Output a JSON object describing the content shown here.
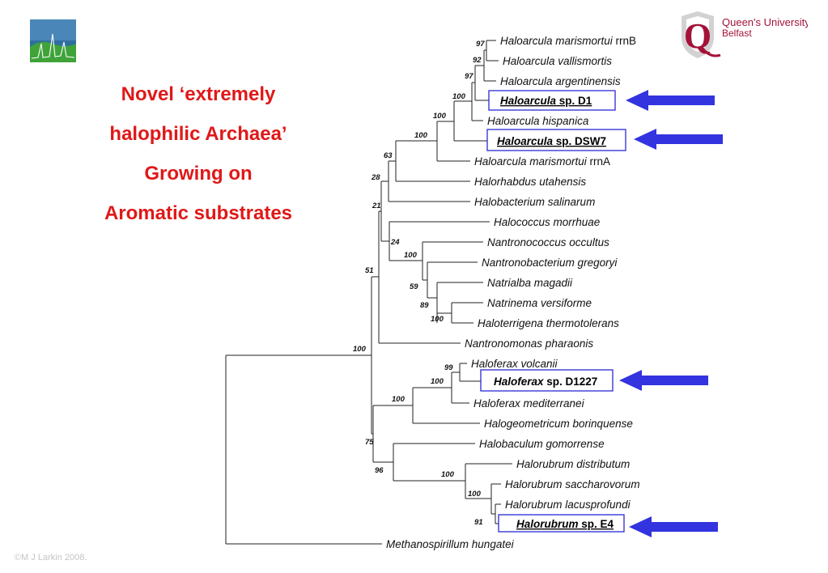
{
  "title_lines": [
    "Novel ‘extremely",
    "halophilic Archaea’",
    "Growing on",
    "Aromatic  substrates"
  ],
  "institution": {
    "name_line1": "Queen's University",
    "name_line2": "Belfast"
  },
  "copyright": "©M J Larkin 2008.",
  "colors": {
    "title": "#e01818",
    "box": "#2a2ad4",
    "arrow": "#3333e0"
  },
  "taxa": [
    {
      "genus": "Haloarcula marismortui",
      "suffix": " rrnB"
    },
    {
      "genus": "Haloarcula vallismortis",
      "suffix": ""
    },
    {
      "genus": "Haloarcula argentinensis",
      "suffix": ""
    },
    {
      "genus": "Haloarcula",
      "suffix": " sp. D1"
    },
    {
      "genus": "Haloarcula hispanica",
      "suffix": ""
    },
    {
      "genus": "Haloarcula",
      "suffix": " sp. DSW7"
    },
    {
      "genus": "Haloarcula marismortui",
      "suffix": " rrnA"
    },
    {
      "genus": "Halorhabdus utahensis",
      "suffix": ""
    },
    {
      "genus": "Halobacterium salinarum",
      "suffix": ""
    },
    {
      "genus": "Halococcus morrhuae",
      "suffix": ""
    },
    {
      "genus": "Nantronococcus occultus",
      "suffix": ""
    },
    {
      "genus": "Nantronobacterium gregoryi",
      "suffix": ""
    },
    {
      "genus": "Natrialba magadii",
      "suffix": ""
    },
    {
      "genus": "Natrinema versiforme",
      "suffix": ""
    },
    {
      "genus": "Haloterrigena thermotolerans",
      "suffix": ""
    },
    {
      "genus": "Nantronomonas pharaonis",
      "suffix": ""
    },
    {
      "genus": "Haloferax volcanii",
      "suffix": ""
    },
    {
      "genus": "Haloferax",
      "suffix": " sp. D1227"
    },
    {
      "genus": "Haloferax mediterranei",
      "suffix": ""
    },
    {
      "genus": "Halogeometricum borinquense",
      "suffix": ""
    },
    {
      "genus": "Halobaculum gomorrense",
      "suffix": ""
    },
    {
      "genus": "Halorubrum distributum",
      "suffix": ""
    },
    {
      "genus": "Halorubrum saccharovorum",
      "suffix": ""
    },
    {
      "genus": "Halorubrum lacusprofundi",
      "suffix": ""
    },
    {
      "genus": "Halorubrum",
      "suffix": " sp. E4"
    },
    {
      "genus": "Methanospirillum hungatei",
      "suffix": ""
    }
  ],
  "highlighted_strains": [
    "Haloarcula sp. D1",
    "Haloarcula sp. DSW7",
    "Haloferax sp. D1227",
    "Halorubrum sp. E4"
  ],
  "bootstrap_values": [
    "97",
    "92",
    "97",
    "100",
    "100",
    "100",
    "63",
    "28",
    "21",
    "24",
    "100",
    "59",
    "89",
    "100",
    "51",
    "100",
    "99",
    "100",
    "100",
    "75",
    "96",
    "100",
    "100",
    "91"
  ]
}
